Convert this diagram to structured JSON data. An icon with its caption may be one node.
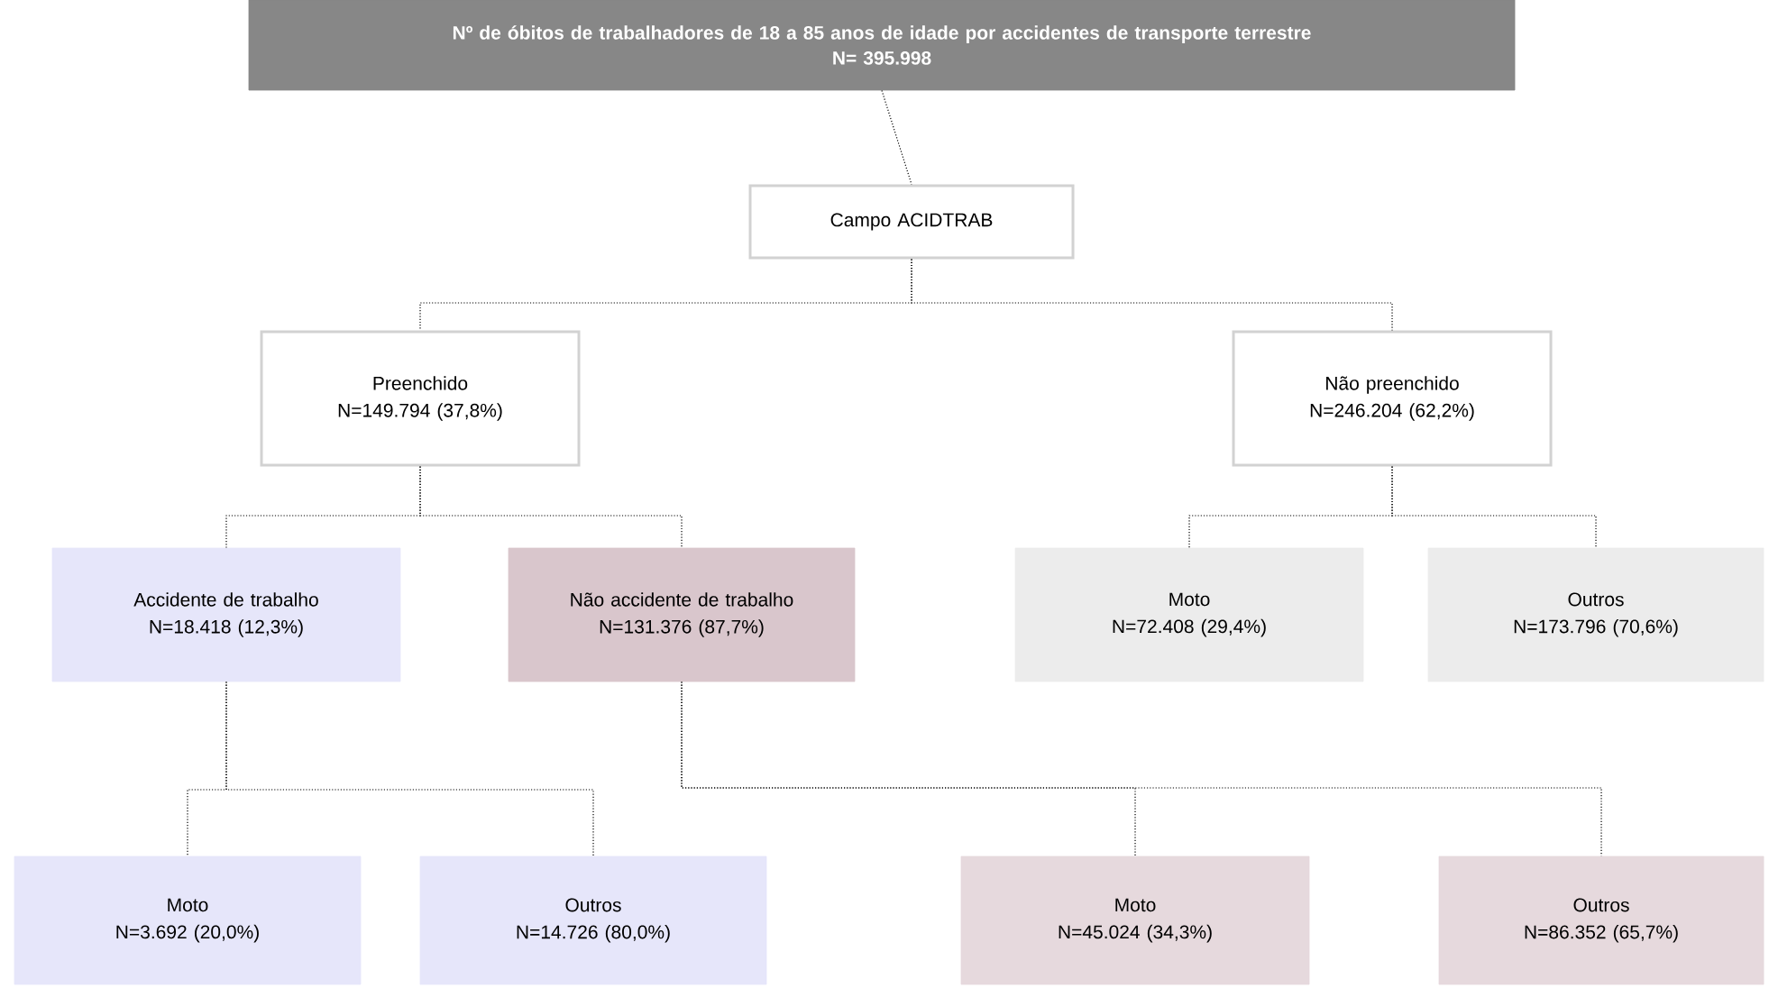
{
  "diagram": {
    "nodes": [
      {
        "text": [
          "Nº de óbitos de trabalhadores de 18 a 85 anos de idade por accidentes de transporte terrestre",
          "N= 395.998"
        ]
      },
      {
        "text": [
          "Campo ACIDTRAB"
        ]
      },
      {
        "text": [
          "Preenchido",
          "N=149.794 (37,8%)"
        ]
      },
      {
        "text": [
          "Não preenchido",
          "N=246.204 (62,2%)"
        ]
      },
      {
        "text": [
          "Accidente de trabalho",
          "N=18.418 (12,3%)"
        ]
      },
      {
        "text": [
          "Não accidente de trabalho",
          "N=131.376 (87,7%)"
        ]
      },
      {
        "text": [
          "Moto",
          "N=72.408 (29,4%)"
        ]
      },
      {
        "text": [
          "Outros",
          "N=173.796 (70,6%)"
        ]
      },
      {
        "text": [
          "Moto",
          "N=3.692 (20,0%)"
        ]
      },
      {
        "text": [
          "Outros",
          "N=14.726 (80,0%)"
        ]
      },
      {
        "text": [
          "Moto",
          "N=45.024 (34,3%)"
        ]
      },
      {
        "text": [
          "Outros",
          "N=86.352 (65,7%)"
        ]
      }
    ],
    "edges": [
      {
        "from": 0,
        "to": 1,
        "arrow": "none"
      },
      {
        "from": 1,
        "to": 2,
        "arrow": "none"
      },
      {
        "from": 1,
        "to": 3,
        "arrow": "none"
      },
      {
        "from": 2,
        "to": 4,
        "arrow": "none"
      },
      {
        "from": 2,
        "to": 5,
        "arrow": "none"
      },
      {
        "from": 3,
        "to": 6,
        "arrow": "none"
      },
      {
        "from": 3,
        "to": 7,
        "arrow": "none"
      },
      {
        "from": 4,
        "to": 8,
        "arrow": "none"
      },
      {
        "from": 4,
        "to": 9,
        "arrow": "none"
      },
      {
        "from": 5,
        "to": 10,
        "arrow": "none"
      },
      {
        "from": 5,
        "to": 11,
        "arrow": "none"
      }
    ]
  }
}
